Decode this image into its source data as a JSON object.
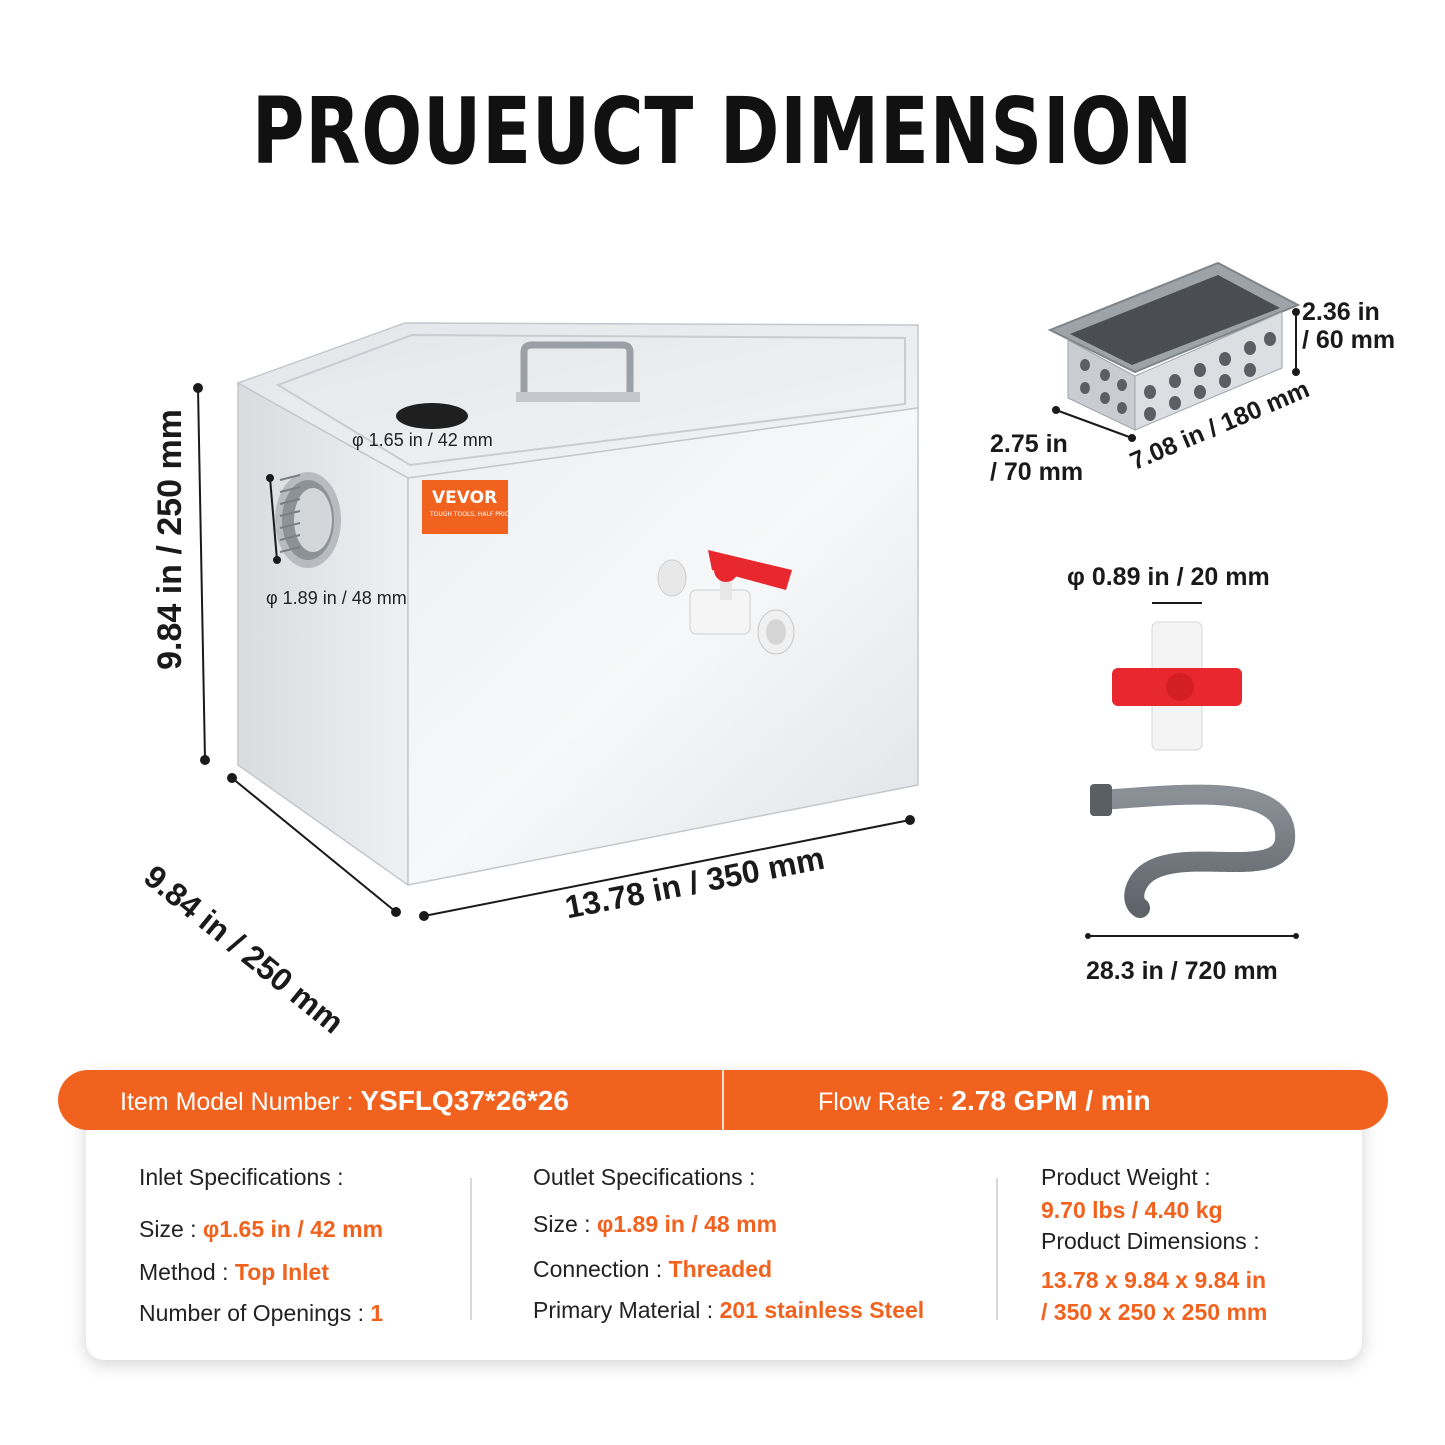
{
  "title": "PROUEUCT DIMENSION",
  "tank": {
    "brand": "VEVOR",
    "brand_tagline": "TOUGH TOOLS, HALF PRICE",
    "inlet_label": "φ 1.65 in / 42 mm",
    "outlet_label": "φ 1.89 in / 48 mm",
    "height": "9.84 in / 250 mm",
    "depth": "9.84 in / 250 mm",
    "width": "13.78 in / 350 mm"
  },
  "basket": {
    "height_line1": "2.36 in",
    "height_line2": "/ 60 mm",
    "width_line1": "2.75 in",
    "width_line2": "/ 70 mm",
    "length": "7.08 in / 180 mm"
  },
  "valve": {
    "label": "φ 0.89 in / 20 mm"
  },
  "hose": {
    "label": "28.3 in / 720 mm"
  },
  "specs": {
    "model_label": "Item Model Number :",
    "model_value": "YSFLQ37*26*26",
    "flow_label": "Flow Rate :",
    "flow_value": "2.78 GPM / min",
    "inlet": {
      "heading": "Inlet Specifications :",
      "size_label": "Size :",
      "size_value": "φ1.65 in / 42 mm",
      "method_label": "Method :",
      "method_value": "Top Inlet",
      "openings_label": "Number of Openings :",
      "openings_value": "1"
    },
    "outlet": {
      "heading": "Outlet Specifications :",
      "size_label": "Size :",
      "size_value": "φ1.89 in / 48 mm",
      "connection_label": "Connection :",
      "connection_value": "Threaded",
      "material_label": "Primary Material :",
      "material_value": "201 stainless Steel"
    },
    "product": {
      "weight_label": "Product Weight :",
      "weight_value": "9.70 lbs / 4.40 kg",
      "dims_label": "Product Dimensions :",
      "dims_value_line1": "13.78 x 9.84 x 9.84 in",
      "dims_value_line2": "/ 350 x 250 x 250 mm"
    }
  },
  "colors": {
    "accent": "#f2621f",
    "steel": "#e6e8eb",
    "valve_red": "#e8272e"
  }
}
